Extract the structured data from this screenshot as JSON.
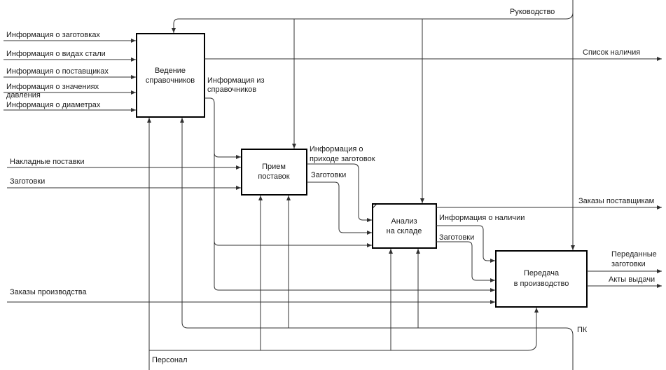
{
  "diagram": {
    "boxes": {
      "vedenie": [
        "Ведение",
        "справочников"
      ],
      "priem": [
        "Прием",
        "поставок"
      ],
      "analiz": [
        "Анализ",
        "на складе"
      ],
      "peredacha": [
        "Передача",
        "в производство"
      ]
    },
    "inputs_left": {
      "zagotovki_info": "Информация о заготовках",
      "vidy_stali": "Информация о видах стали",
      "postavshchiki": "Информация о поставщиках",
      "znacheniya_davleniya": [
        "Информация о значениях",
        "давления"
      ],
      "diametry": "Информация о диаметрах",
      "nakladnye": "Накладные поставки",
      "zagotovki": "Заготовки",
      "zakazy_proizvodstva": "Заказы производства"
    },
    "controls": {
      "rukovodstvo": "Руководство"
    },
    "mechanisms": {
      "personal": "Персонал",
      "pk": "ПК"
    },
    "outputs": {
      "spisok_nalichiya": "Список наличия",
      "zakazy_postavshchikam": "Заказы поставщикам",
      "peredannye_zagotovki": [
        "Переданные",
        "заготовки"
      ],
      "akty_vydachi": "Акты выдачи"
    },
    "internal": {
      "info_iz_spravochnikov": [
        "Информация из",
        "справочников"
      ],
      "info_o_prihode": [
        "Информация о",
        "приходе заготовок"
      ],
      "zagotovki_1": "Заготовки",
      "info_o_nalichii": "Информация о наличии",
      "zagotovki_2": "Заготовки"
    }
  }
}
